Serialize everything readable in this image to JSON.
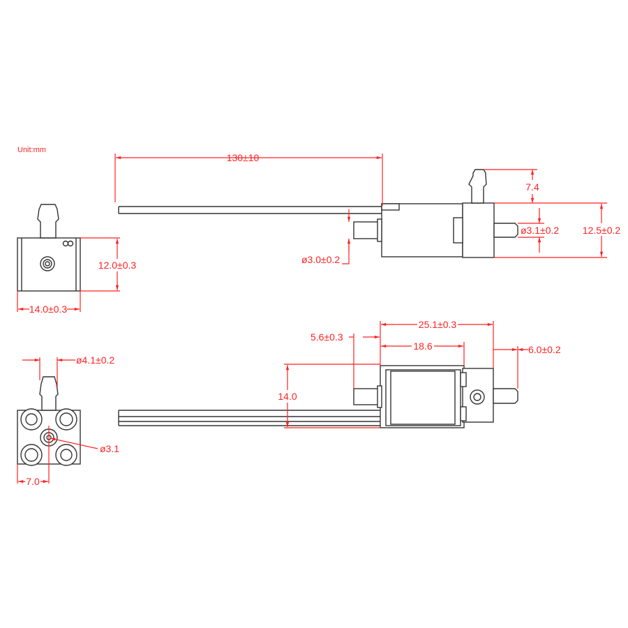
{
  "unit_label": "Unit:mm",
  "dimensions": {
    "cable_length": "130±10",
    "barb_height": "7.4",
    "body_height": "12.5±0.2",
    "outlet_diameter": "ø3.1±0.2",
    "inlet_diameter": "ø3.0±0.2",
    "end_height": "12.0±0.3",
    "end_width": "14.0±0.3",
    "barb_diameter": "ø4.1±0.2",
    "port_diameter": "ø3.1",
    "port_offset": "7.0",
    "overall_length": "25.1±0.3",
    "inlet_length": "5.6±0.3",
    "coil_length": "18.6",
    "outlet_length": "6.0±0.2",
    "frame_height": "14.0"
  },
  "colors": {
    "dimension": "#ff2222",
    "outline": "#333333"
  }
}
